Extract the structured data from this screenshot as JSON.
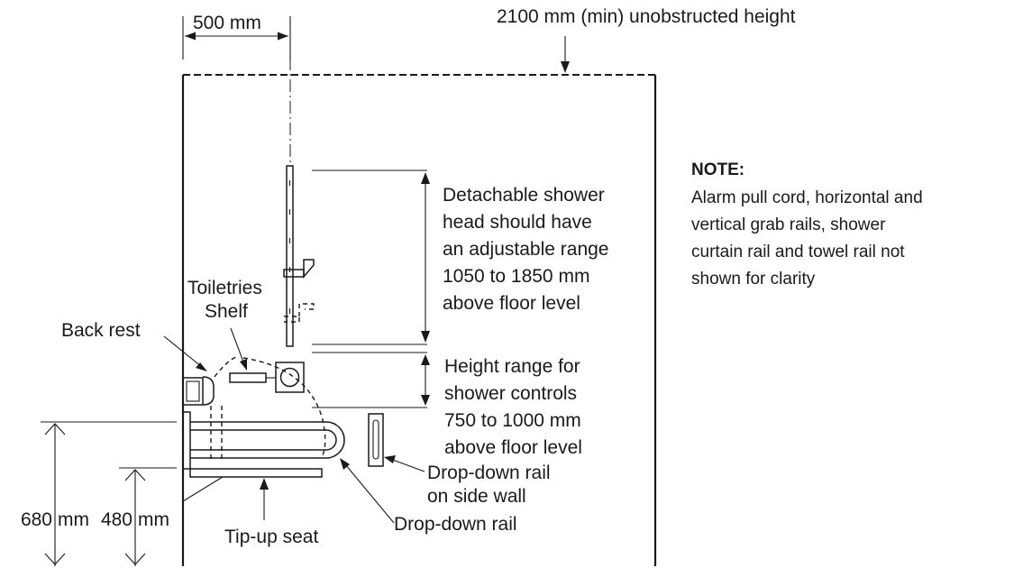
{
  "dimensions": {
    "width_500": "500 mm",
    "unobstructed_height": "2100 mm (min) unobstructed height",
    "dim_680": "680",
    "dim_480": "480",
    "mm_a": "mm",
    "mm_b": "mm"
  },
  "labels": {
    "toiletries_line1": "Toiletries",
    "toiletries_line2": "Shelf",
    "back_rest": "Back rest",
    "tip_up_seat": "Tip-up seat",
    "drop_down_rail": "Drop-down rail",
    "drop_down_side_line1": "Drop-down rail",
    "drop_down_side_line2": "on side wall"
  },
  "shower_head_text": [
    "Detachable shower",
    "head should have",
    "an adjustable range",
    "1050 to 1850 mm",
    "above floor level"
  ],
  "controls_text": [
    "Height range for",
    "shower controls",
    "750 to 1000 mm",
    "above floor level"
  ],
  "note": {
    "heading": "NOTE:",
    "lines": [
      "Alarm pull cord, horizontal and",
      "vertical grab rails, shower",
      "curtain rail and towel rail not",
      "shown for clarity"
    ]
  }
}
